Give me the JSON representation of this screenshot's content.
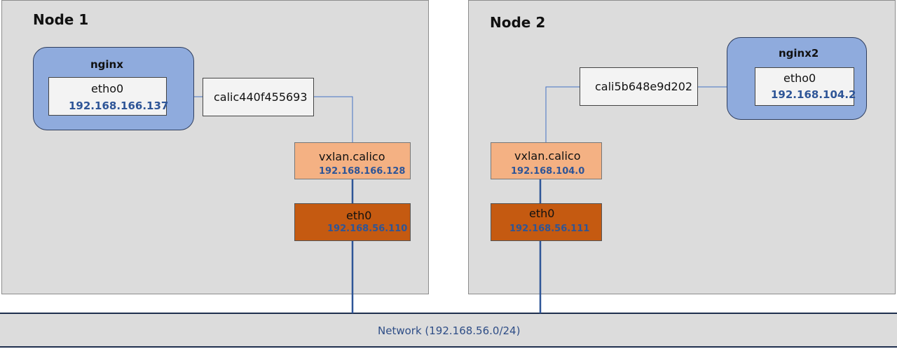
{
  "node1": {
    "title": "Node 1",
    "pod": {
      "name": "nginx",
      "iface": "etho0",
      "ip": "192.168.166.137"
    },
    "veth": "calic440f455693",
    "vxlan": {
      "name": "vxlan.calico",
      "ip": "192.168.166.128"
    },
    "eth": {
      "name": "eth0",
      "ip": "192.168.56.110"
    }
  },
  "node2": {
    "title": "Node 2",
    "pod": {
      "name": "nginx2",
      "iface": "etho0",
      "ip": "192.168.104.2"
    },
    "veth": "cali5b648e9d202",
    "vxlan": {
      "name": "vxlan.calico",
      "ip": "192.168.104.0"
    },
    "eth": {
      "name": "eth0",
      "ip": "192.168.56.111"
    }
  },
  "network": {
    "label": "Network  (192.168.56.0/24)"
  },
  "colors": {
    "node_bg": "#dcdcdc",
    "pod_bg": "#8fabdd",
    "vxlan_bg": "#f4b183",
    "eth_bg": "#c55a11",
    "link": "#4472c4",
    "ip_text": "#2e5597"
  }
}
